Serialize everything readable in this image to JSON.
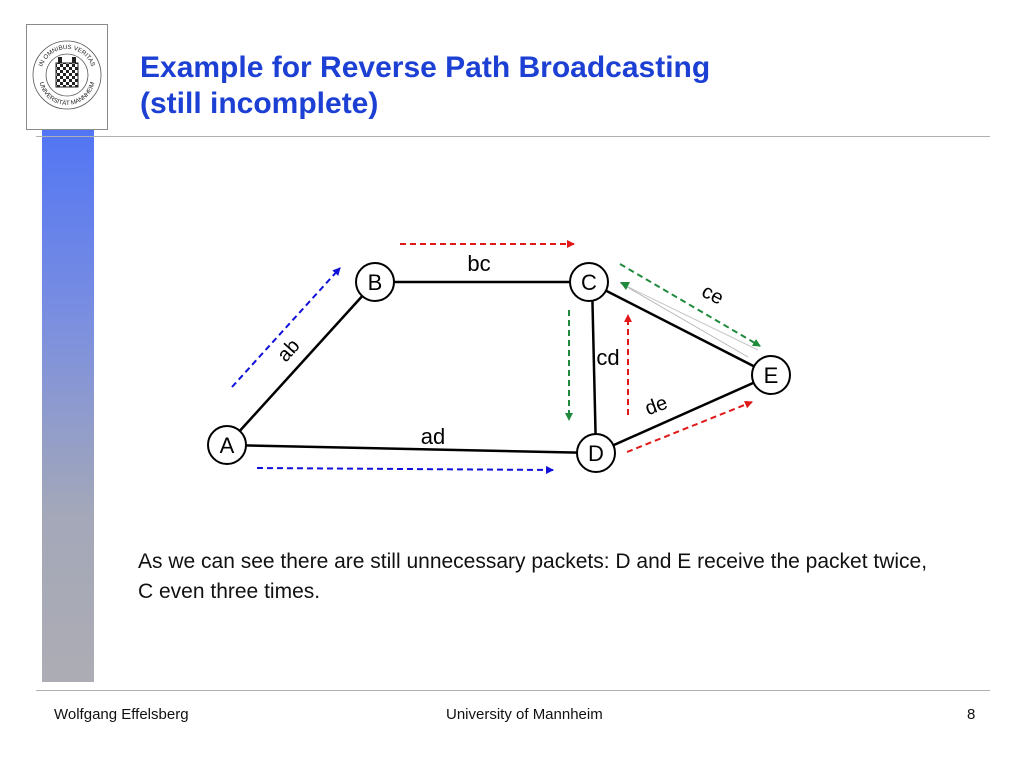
{
  "title": {
    "line1": "Example for Reverse Path Broadcasting",
    "line2": "(still incomplete)"
  },
  "logo": {
    "top_text": "IN OMNIBUS VERITAS",
    "bottom_text": "UNIVERSITÄT MANNHEIM"
  },
  "diagram": {
    "nodes": [
      {
        "id": "A",
        "label": "A"
      },
      {
        "id": "B",
        "label": "B"
      },
      {
        "id": "C",
        "label": "C"
      },
      {
        "id": "D",
        "label": "D"
      },
      {
        "id": "E",
        "label": "E"
      }
    ],
    "edges": [
      {
        "id": "ab",
        "label": "ab",
        "from": "A",
        "to": "B"
      },
      {
        "id": "bc",
        "label": "bc",
        "from": "B",
        "to": "C"
      },
      {
        "id": "ad",
        "label": "ad",
        "from": "A",
        "to": "D"
      },
      {
        "id": "cd",
        "label": "cd",
        "from": "C",
        "to": "D"
      },
      {
        "id": "ce",
        "label": "ce",
        "from": "C",
        "to": "E"
      },
      {
        "id": "de",
        "label": "de",
        "from": "D",
        "to": "E"
      }
    ],
    "colors": {
      "blue": "#1010d8",
      "red": "#e01818",
      "green": "#1f8a3c"
    }
  },
  "body": {
    "text": "As we can see there are still unnecessary packets: D and E receive the packet twice, C even three times."
  },
  "footer": {
    "author": "Wolfgang Effelsberg",
    "institution": "University of Mannheim",
    "page": "8"
  }
}
